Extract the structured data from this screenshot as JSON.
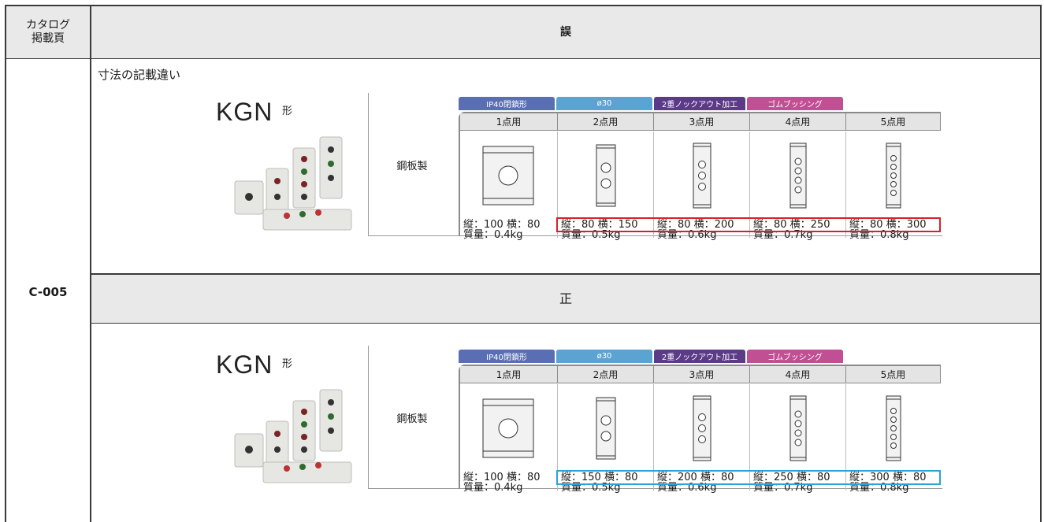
{
  "header": {
    "catalog_page_label_l1": "カタログ",
    "catalog_page_label_l2": "掲載頁",
    "wrong_label": "誤",
    "correct_label": "正"
  },
  "row": {
    "page_code": "C-005",
    "wrong_note": "寸法の記載違い"
  },
  "product": {
    "name": "KGN",
    "suffix": "形",
    "material": "鋼板製",
    "badges": [
      {
        "label": "IP40閉鎖形",
        "color": "#5a6fb3"
      },
      {
        "label": "ø30",
        "color": "#5ba3d0"
      },
      {
        "label": "2重ノックアウト加工",
        "color": "#5b3a86"
      },
      {
        "label": "ゴムブッシング",
        "color": "#c04f93"
      }
    ],
    "columns": [
      {
        "label": "1点用",
        "holes": 1
      },
      {
        "label": "2点用",
        "holes": 2
      },
      {
        "label": "3点用",
        "holes": 3
      },
      {
        "label": "4点用",
        "holes": 4
      },
      {
        "label": "5点用",
        "holes": 5
      }
    ]
  },
  "wrong": {
    "dims": [
      {
        "size": "縦：100 横：80",
        "weight": "質量：0.4kg"
      },
      {
        "size": "縦：80 横：150",
        "weight": "質量：0.5kg"
      },
      {
        "size": "縦：80 横：200",
        "weight": "質量：0.6kg"
      },
      {
        "size": "縦：80 横：250",
        "weight": "質量：0.7kg"
      },
      {
        "size": "縦：80 横：300",
        "weight": "質量：0.8kg"
      }
    ]
  },
  "correct": {
    "dims": [
      {
        "size": "縦：100 横：80",
        "weight": "質量：0.4kg"
      },
      {
        "size": "縦：150 横：80",
        "weight": "質量：0.5kg"
      },
      {
        "size": "縦：200 横：80",
        "weight": "質量：0.6kg"
      },
      {
        "size": "縦：250 横：80",
        "weight": "質量：0.7kg"
      },
      {
        "size": "縦：300 横：80",
        "weight": "質量：0.8kg"
      }
    ]
  },
  "colors": {
    "highlight_wrong": "#d6202c",
    "highlight_correct": "#2aa3d6"
  }
}
